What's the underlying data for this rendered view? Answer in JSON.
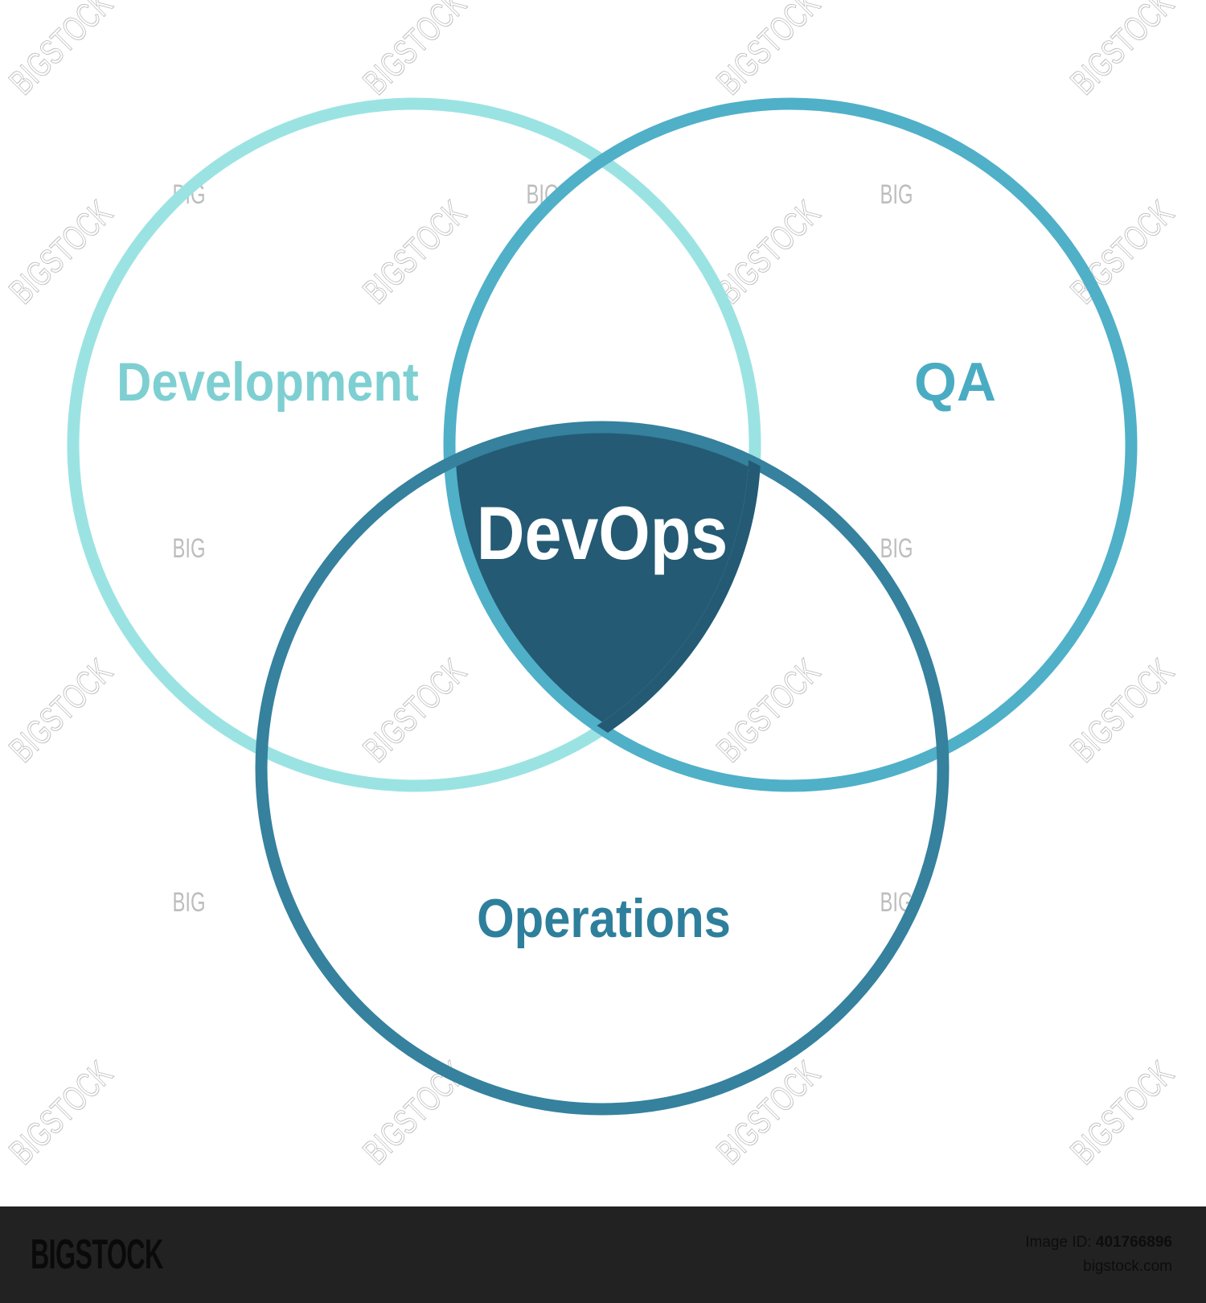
{
  "diagram": {
    "type": "venn",
    "sets": [
      {
        "label": "Development",
        "color": "#9be3e3",
        "text_color": "#7ecfd2"
      },
      {
        "label": "QA",
        "color": "#4fb0c8",
        "text_color": "#4aacc3"
      },
      {
        "label": "Operations",
        "color": "#35819e",
        "text_color": "#2e7f9c"
      }
    ],
    "intersection": {
      "label": "DevOps",
      "fill": "#245a73",
      "text_color": "#ffffff"
    }
  },
  "watermark": {
    "text": "BIGSTOCK",
    "short": "BIG"
  },
  "footer": {
    "logo": "BIGSTOCK",
    "image_id_label": "Image ID:",
    "image_id": "401766896",
    "site": "bigstock.com",
    "background": "#222222"
  }
}
